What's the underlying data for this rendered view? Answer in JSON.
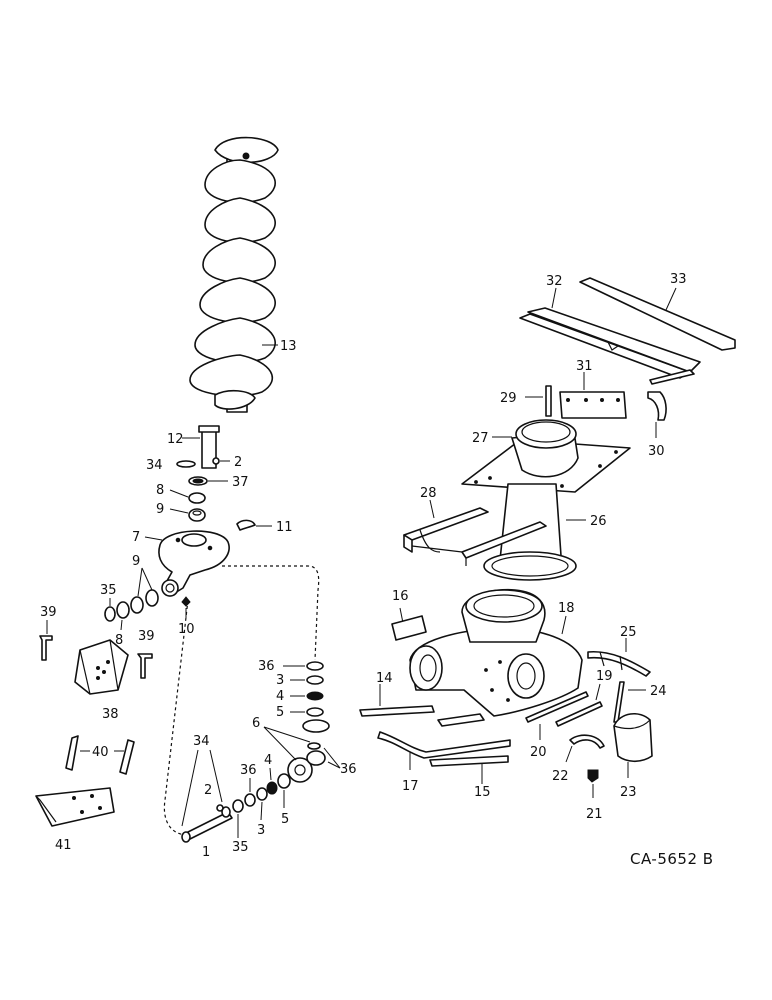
{
  "drawing_code": "CA-5652 B",
  "callouts": {
    "c1": "1",
    "c2a": "2",
    "c2b": "2",
    "c3a": "3",
    "c3b": "3",
    "c4a": "4",
    "c4b": "4",
    "c5a": "5",
    "c5b": "5",
    "c6": "6",
    "c7": "7",
    "c8a": "8",
    "c8b": "8",
    "c9a": "9",
    "c9b": "9",
    "c10": "10",
    "c11": "11",
    "c12": "12",
    "c13": "13",
    "c14": "14",
    "c15": "15",
    "c16": "16",
    "c17": "17",
    "c18": "18",
    "c19": "19",
    "c20": "20",
    "c21": "21",
    "c22": "22",
    "c23": "23",
    "c24": "24",
    "c25": "25",
    "c26": "26",
    "c27": "27",
    "c28": "28",
    "c29": "29",
    "c30": "30",
    "c31": "31",
    "c32": "32",
    "c33": "33",
    "c34a": "34",
    "c34b": "34",
    "c35a": "35",
    "c35b": "35",
    "c36a": "36",
    "c36b": "36",
    "c36c": "36",
    "c37": "37",
    "c38": "38",
    "c39a": "39",
    "c39b": "39",
    "c40": "40",
    "c41": "41"
  }
}
